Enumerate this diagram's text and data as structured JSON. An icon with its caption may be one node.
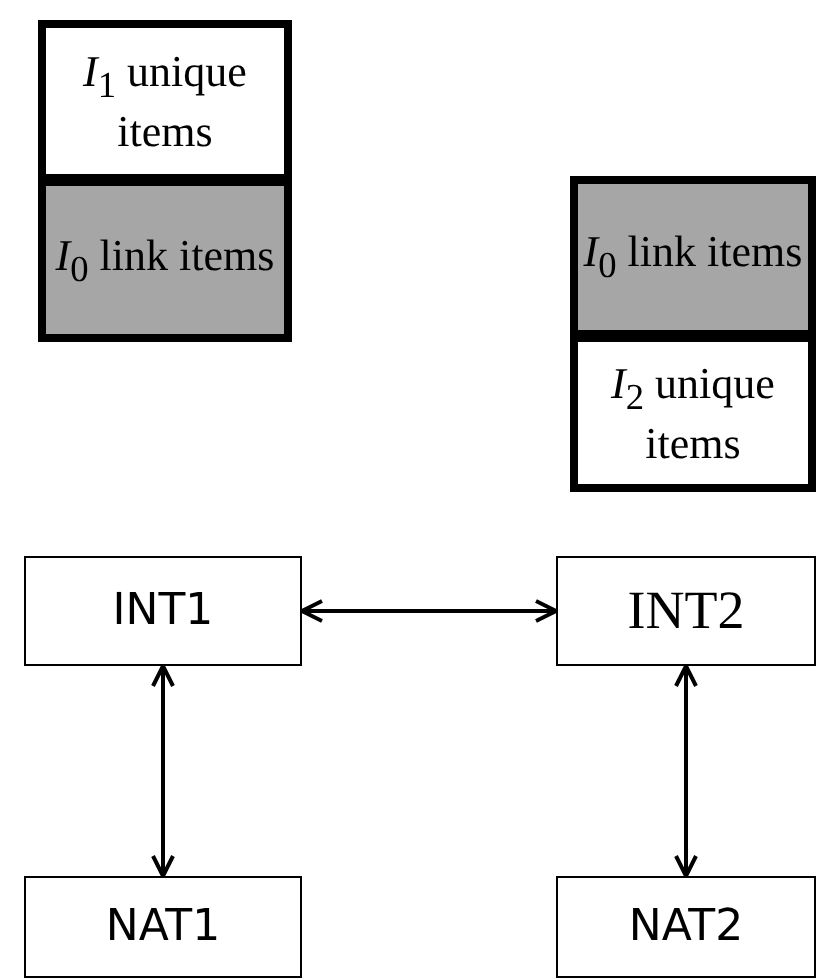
{
  "diagram": {
    "nodes": [
      {
        "text": [
          "*I*$_{1}$ unique items"
        ]
      },
      {
        "text": [
          "*I*$_{0}$ link items"
        ]
      },
      {
        "text": [
          "*I*$_{0}$ link items"
        ]
      },
      {
        "text": [
          "*I*$_{2}$ unique items"
        ]
      },
      {
        "text": [
          "INT1"
        ]
      },
      {
        "text": [
          "INT2"
        ]
      },
      {
        "text": [
          "NAT1"
        ]
      },
      {
        "text": [
          "NAT2"
        ]
      }
    ],
    "edges": [
      {
        "from": 4,
        "to": 5,
        "arrow": "both"
      },
      {
        "from": 4,
        "to": 6,
        "arrow": "both"
      },
      {
        "from": 5,
        "to": 7,
        "arrow": "both"
      }
    ]
  }
}
